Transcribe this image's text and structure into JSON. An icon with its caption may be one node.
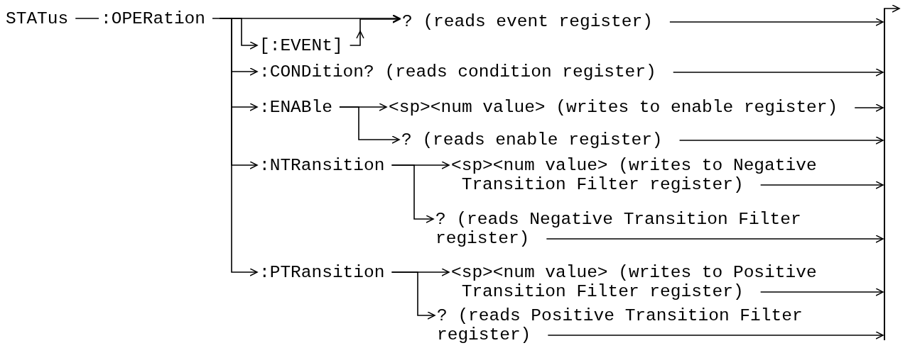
{
  "diagram": {
    "nodes": [
      {
        "text": [
          "STATus"
        ]
      },
      {
        "text": [
          ":OPERation"
        ]
      },
      {
        "text": [
          "[:EVENt]"
        ]
      },
      {
        "text": [
          "? (reads event register)"
        ]
      },
      {
        "text": [
          ":CONDition? (reads condition register)"
        ]
      },
      {
        "text": [
          ":ENABle"
        ]
      },
      {
        "text": [
          "<sp><num value> (writes to enable register)"
        ]
      },
      {
        "text": [
          "? (reads enable register)"
        ]
      },
      {
        "text": [
          ":NTRansition"
        ]
      },
      {
        "text": [
          "<sp><num value> (writes to Negative Transition Filter register)"
        ]
      },
      {
        "text": [
          "? (reads Negative Transition Filter register)"
        ]
      },
      {
        "text": [
          ":PTRansition"
        ]
      },
      {
        "text": [
          "<sp><num value> (writes to Positive Transition Filter register)"
        ]
      },
      {
        "text": [
          "? (reads Positive Transition Filter register)"
        ]
      },
      {
        "text": [],
        "shape": "bar"
      }
    ],
    "edges": [
      {
        "from": 0,
        "to": 1,
        "arrow": "none"
      },
      {
        "from": 1,
        "to": 3,
        "arrow": "to"
      },
      {
        "from": 1,
        "to": 2,
        "arrow": "to"
      },
      {
        "from": 2,
        "to": 3,
        "arrow": "to"
      },
      {
        "from": 1,
        "to": 4,
        "arrow": "to"
      },
      {
        "from": 1,
        "to": 5,
        "arrow": "to"
      },
      {
        "from": 1,
        "to": 8,
        "arrow": "to"
      },
      {
        "from": 1,
        "to": 11,
        "arrow": "to"
      },
      {
        "from": 5,
        "to": 6,
        "arrow": "to"
      },
      {
        "from": 5,
        "to": 7,
        "arrow": "to"
      },
      {
        "from": 8,
        "to": 9,
        "arrow": "to"
      },
      {
        "from": 8,
        "to": 10,
        "arrow": "to"
      },
      {
        "from": 11,
        "to": 12,
        "arrow": "to"
      },
      {
        "from": 11,
        "to": 13,
        "arrow": "to"
      },
      {
        "from": 3,
        "to": 14,
        "arrow": "to"
      },
      {
        "from": 4,
        "to": 14,
        "arrow": "to"
      },
      {
        "from": 6,
        "to": 14,
        "arrow": "to"
      },
      {
        "from": 7,
        "to": 14,
        "arrow": "to"
      },
      {
        "from": 9,
        "to": 14,
        "arrow": "to"
      },
      {
        "from": 10,
        "to": 14,
        "arrow": "to"
      },
      {
        "from": 12,
        "to": 14,
        "arrow": "to"
      },
      {
        "from": 13,
        "to": 14,
        "arrow": "to"
      },
      {
        "from": 14,
        "to": null,
        "arrow": "to"
      }
    ]
  }
}
